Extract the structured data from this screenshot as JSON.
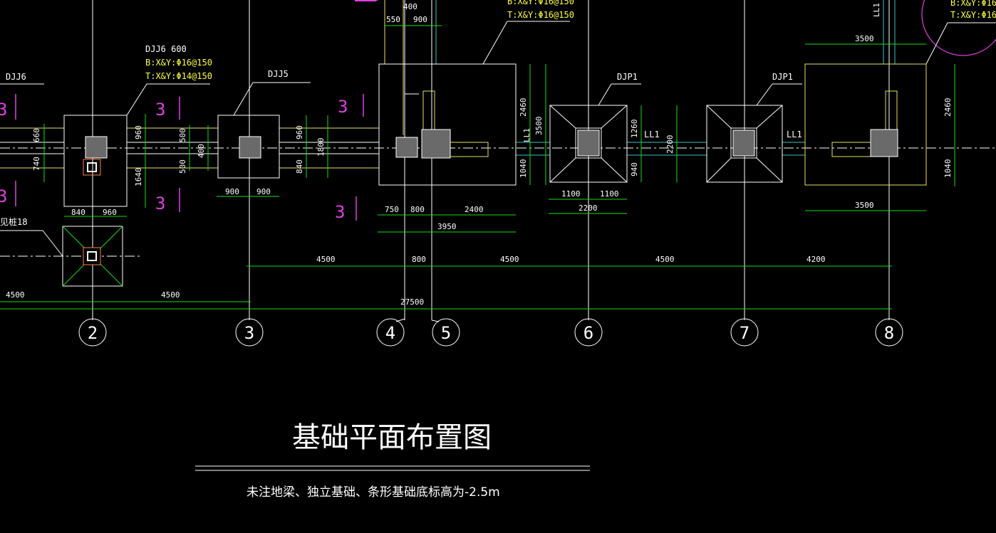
{
  "drawing": {
    "title": "基础平面布置图",
    "note": "未注地梁、独立基础、条形基础底标高为-2.5m"
  },
  "axes": [
    "2",
    "3",
    "4",
    "5",
    "6",
    "7",
    "8"
  ],
  "labels": {
    "djj6_left": "DJJ6",
    "djj6_600": "DJJ6 600",
    "djj6_b": "B:X&Y:Φ16@150",
    "djj6_t": "T:X&Y:Φ14@150",
    "djj5": "DJJ5",
    "big_b": "B:X&Y:Φ16@150",
    "big_t": "T:X&Y:Φ16@150",
    "djp1_a": "DJP1",
    "djp1_b": "DJP1",
    "right_b": "B:X&Y:Φ16",
    "right_t": "T:X&Y:Φ16",
    "ll1_a": "LL1",
    "ll1_b": "LL1",
    "ll1_c": "LL1",
    "ll1_top": "LL1",
    "pile": "见桩18",
    "section_3a": "3",
    "section_3b": "3",
    "section_3c": "3",
    "section_3d": "3",
    "section_3e": "3",
    "section_3f": "3"
  },
  "dims": {
    "d660": "660",
    "d740": "740",
    "d960a": "960",
    "d1640": "1640",
    "d500a": "500",
    "d500b": "500",
    "d400": "400",
    "d840": "840",
    "d960b": "960",
    "d960c": "960",
    "d1800": "1800",
    "d840b": "840",
    "d900a": "900",
    "d900b": "900",
    "d550": "550",
    "d900c": "900",
    "d400top": "400",
    "d2460a": "2460",
    "d3500v": "3500",
    "d1040a": "1040",
    "d750": "750",
    "d800": "800",
    "d2400": "2400",
    "d3950": "3950",
    "d1260": "1260",
    "d2200v": "2200",
    "d940": "940",
    "d1100a": "1100",
    "d1100b": "1100",
    "d2200": "2200",
    "d3500a": "3500",
    "d3500b": "3500",
    "d2460b": "2460",
    "d1040b": "1040",
    "run1_4500": "4500",
    "run1_800": "800",
    "run1_4500b": "4500",
    "run1_4500c": "4500",
    "run1_4200": "4200",
    "run2_4500a": "4500",
    "run2_4500b": "4500",
    "run2_27500": "27500"
  },
  "colors": {
    "background": "#000000",
    "lines": "#ffffff",
    "dimension": "#10e010",
    "beam": "#e8e060",
    "annotation": "#ffff40",
    "section_mark": "#e040e0",
    "column": "#6a6a6a",
    "cyan": "#40c0c0"
  }
}
